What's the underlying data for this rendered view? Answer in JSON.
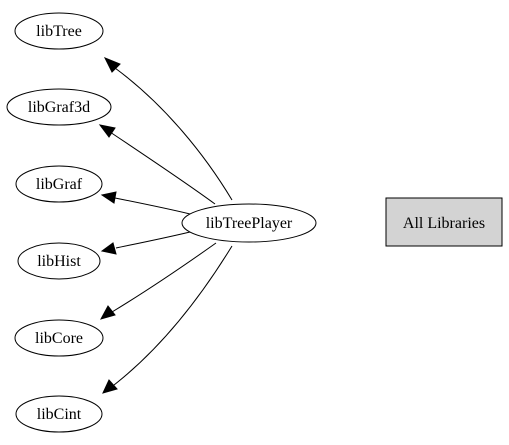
{
  "diagram": {
    "center_node": {
      "label": "libTreePlayer"
    },
    "dependencies": [
      {
        "label": "libTree"
      },
      {
        "label": "libGraf3d"
      },
      {
        "label": "libGraf"
      },
      {
        "label": "libHist"
      },
      {
        "label": "libCore"
      },
      {
        "label": "libCint"
      }
    ],
    "all_libraries_button": {
      "label": "All Libraries"
    }
  },
  "colors": {
    "background": "#ffffff",
    "stroke": "#000000",
    "box_fill": "#d3d3d3"
  }
}
